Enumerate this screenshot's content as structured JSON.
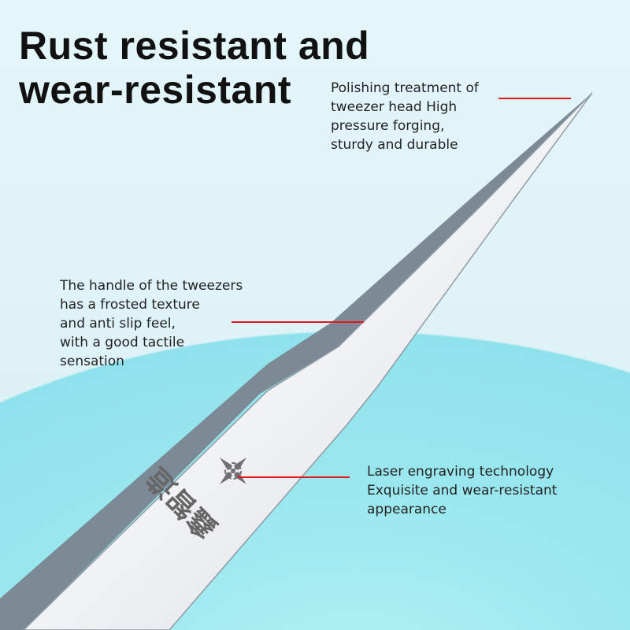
{
  "title": {
    "line1": "Rust resistant and",
    "line2": "wear-resistant"
  },
  "callouts": [
    {
      "text": [
        "Polishing treatment of",
        "tweezer head High",
        "pressure forging,",
        "sturdy and durable"
      ]
    },
    {
      "text": [
        "The handle of the tweezers",
        "has a frosted texture",
        "and anti slip feel,",
        "with a good tactile",
        "sensation"
      ]
    },
    {
      "text": [
        "Laser engraving technology",
        "Exquisite and wear-resistant",
        "appearance"
      ]
    }
  ],
  "logo": {
    "text": "鑫智造"
  },
  "colors": {
    "accent_line": "#e8161c",
    "background": "#dff3f8",
    "cyan": "#9fe9f0"
  }
}
